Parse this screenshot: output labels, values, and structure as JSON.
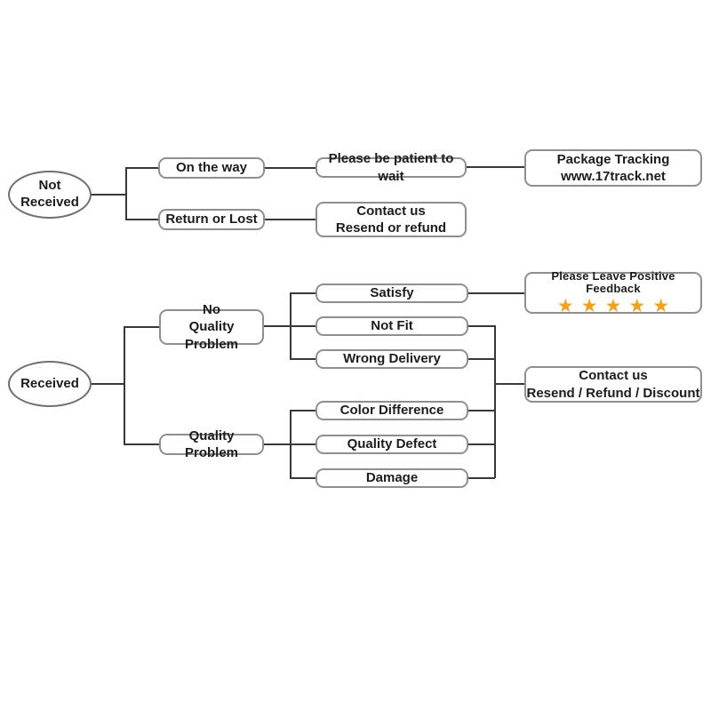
{
  "colors": {
    "background": "#ffffff",
    "connector": "#383838",
    "box_border": "#8f8f8f",
    "text": "#1c1c1c",
    "star": "#f6a01a"
  },
  "not_received_flow": {
    "root": "Not\nReceived",
    "on_the_way": "On the way",
    "be_patient": "Please be patient to wait",
    "tracking": "Package Tracking\nwww.17track.net",
    "return_or_lost": "Return or Lost",
    "contact": "Contact us\nResend or refund"
  },
  "received_flow": {
    "root": "Received",
    "no_quality_problem": "No\nQuality Problem",
    "quality_problem": "Quality Problem",
    "satisfy": "Satisfy",
    "not_fit": "Not Fit",
    "wrong_delivery": "Wrong Delivery",
    "color_difference": "Color Difference",
    "quality_defect": "Quality Defect",
    "damage": "Damage",
    "feedback_title": "Please Leave Positive Feedback",
    "feedback_stars": "★★★★★",
    "contact": "Contact us\nResend / Refund / Discount"
  }
}
